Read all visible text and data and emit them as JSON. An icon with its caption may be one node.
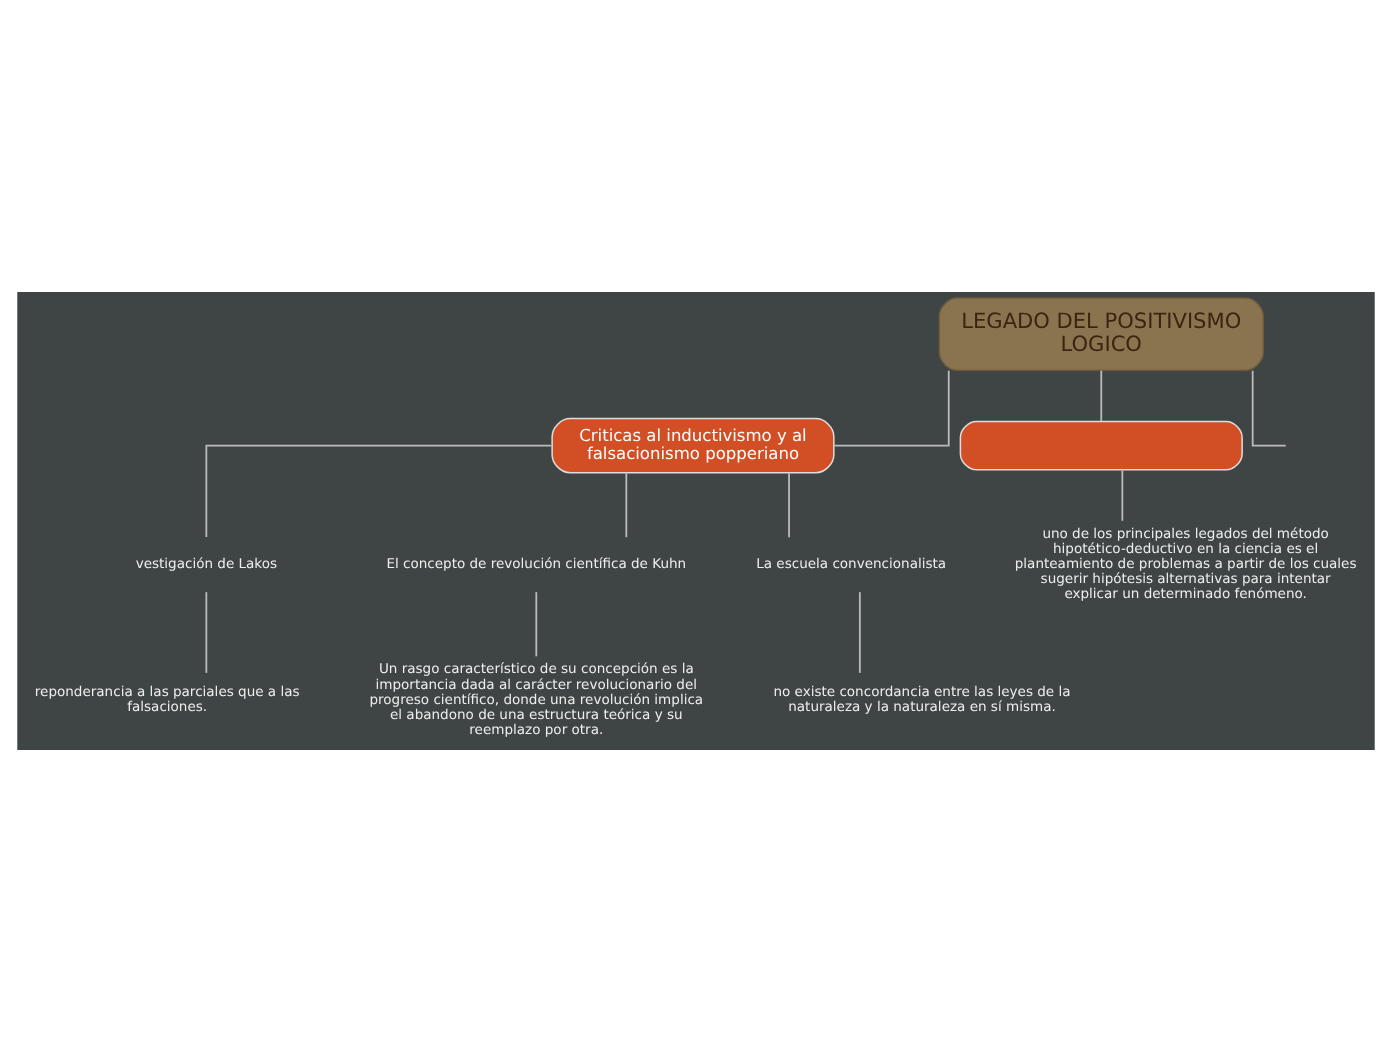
{
  "diagram": {
    "nodes": [
      {
        "text": [
          "LEGADO DEL POSITIVISMO LOGICO"
        ]
      },
      {
        "text": [
          "Criticas al inductivismo y al falsacionismo popperiano"
        ]
      },
      {
        "text": [
          "vestigación de Lakos"
        ]
      },
      {
        "text": [
          "El concepto de revolución científica de Kuhn"
        ]
      },
      {
        "text": [
          "La escuela convencionalista"
        ]
      },
      {
        "text": [
          "reponderancia a las parciales que a las falsaciones."
        ]
      },
      {
        "text": [
          "Un rasgo característico de su concepción es la importancia dada al carácter revolucionario del progreso científico, donde una revolución implica el abandono de una estructura teórica y su reemplazo por otra."
        ]
      },
      {
        "text": [
          "no existe concordancia entre las leyes de la naturaleza y la naturaleza en sí misma."
        ]
      },
      {
        "text": [],
        "shape": "box"
      },
      {
        "text": [
          "uno de los principales legados del método hipotético-deductivo en la ciencia es el planteamiento de problemas a partir de los cuales sugerir hipótesis alternativas para intentar explicar un determinado fenómeno."
        ]
      }
    ],
    "edges": [
      {
        "from": 0,
        "to": null,
        "arrow": "none"
      },
      {
        "from": 0,
        "to": 1,
        "arrow": "none"
      },
      {
        "from": 0,
        "to": 8,
        "arrow": "none"
      },
      {
        "from": 1,
        "to": 2,
        "arrow": "none"
      },
      {
        "from": 1,
        "to": 3,
        "arrow": "none"
      },
      {
        "from": 1,
        "to": 4,
        "arrow": "none"
      },
      {
        "from": 2,
        "to": 5,
        "arrow": "none"
      },
      {
        "from": 3,
        "to": 6,
        "arrow": "none"
      },
      {
        "from": 4,
        "to": 7,
        "arrow": "none"
      },
      {
        "from": 8,
        "to": 9,
        "arrow": "none"
      }
    ]
  }
}
